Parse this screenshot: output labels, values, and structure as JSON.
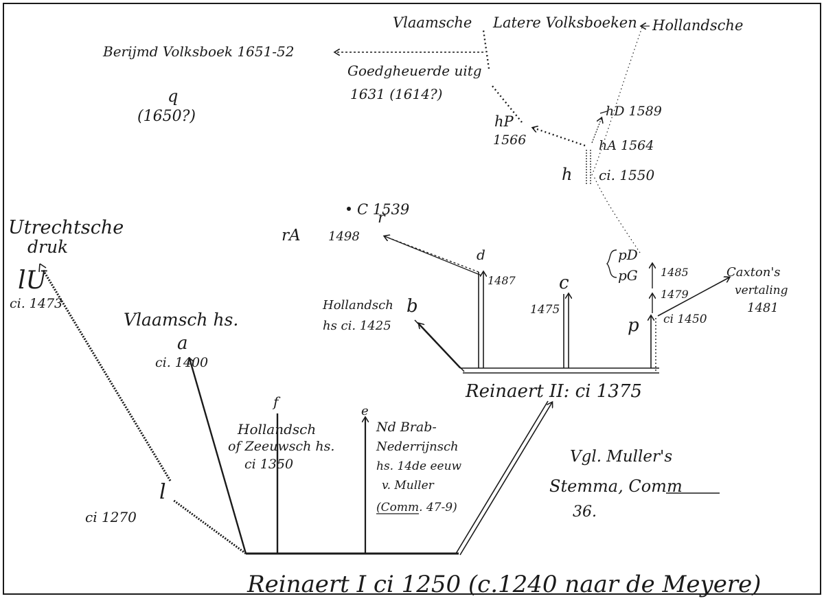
{
  "labels": {
    "reinaert1": "Reinaert I ci 1250 (c.1240 naar de Meyere)",
    "reinaert2": "Reinaert II: ci 1375",
    "vlaamsche": "Vlaamsche",
    "latere": "Latere Volksboeken",
    "hollandsche": "Hollandsche",
    "berijmd": "Berijmd Volksboek 1651-52",
    "goedgheuerde": "Goedgheuerde uitg",
    "goed_date": "1631 (1614?)",
    "q": "q",
    "q_date": "(1650?)",
    "hD": "hD 1589",
    "hP": "hP",
    "hP_date": "1566",
    "hA": "hA 1564",
    "h": "h",
    "h_date": "ci. 1550",
    "C": "C 1539",
    "r": "r",
    "rA": "rA",
    "rA_date": "1498",
    "utrechtsche1": "Utrechtsche",
    "utrechtsche2": "druk",
    "lU": "lU",
    "lU_date": "ci. 1473",
    "d": "d",
    "d_date": "1487",
    "c": "c",
    "c_date": "1475",
    "pD": "pD",
    "pD_date": "1485",
    "pG": "pG",
    "pG_date": "1479",
    "p": "p",
    "p_date": "ci 1450",
    "caxton1": "Caxton's",
    "caxton2": "vertaling",
    "caxton3": "1481",
    "b_label1": "Hollandsch",
    "b_label2": "hs ci. 1425",
    "b": "b",
    "vlaamsch": "Vlaamsch hs.",
    "a": "a",
    "a_date": "ci. 1400",
    "f": "f",
    "f_label1": "Hollandsch",
    "f_label2": "of Zeeuwsch hs.",
    "f_label3": "ci 1350",
    "e": "e",
    "e_label1": "Nd Brab-",
    "e_label2": "Nederrijnsch",
    "e_label3": "hs. 14de eeuw",
    "e_label4": "v. Muller",
    "e_label5": "(Comm. 47-9)",
    "l": "l",
    "l_date": "ci 1270",
    "vgl1": "Vgl. Muller's",
    "vgl2": "Stemma, Comm",
    "vgl3": "36."
  },
  "colors": {
    "ink": "#1a1a1a",
    "paper": "#ffffff"
  }
}
